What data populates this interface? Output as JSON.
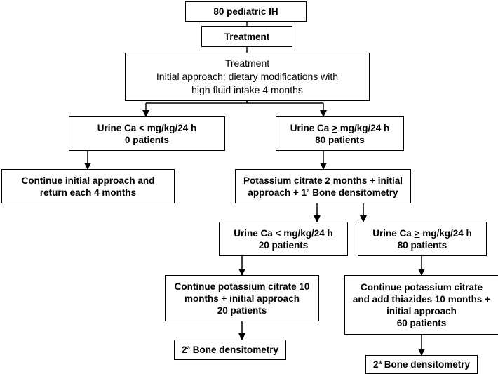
{
  "nodes": {
    "population": {
      "lines": [
        "80 pediatric IH"
      ]
    },
    "treatment_header": {
      "lines": [
        "Treatment"
      ]
    },
    "initial_approach": {
      "lines": [
        "Treatment",
        "Initial approach: dietary modifications with",
        "high fluid intake 4 months"
      ]
    },
    "left_low_ca": {
      "prefix": "Urine Ca ",
      "symbol": "<",
      "suffix": " mg/kg/24 h",
      "patients": "0 patients"
    },
    "right_high_ca": {
      "prefix": "Urine Ca ",
      "symbol": ">",
      "suffix": " mg/kg/24 h",
      "patients": "80 patients"
    },
    "continue_initial": {
      "lines": [
        "Continue initial approach and",
        "return each 4 months"
      ]
    },
    "potassium_citrate": {
      "line1": "Potassium citrate 2 months + initial",
      "line2_pre": "approach + 1",
      "line2_sup": "a",
      "line2_post": " Bone densitometry"
    },
    "mid_low_ca": {
      "prefix": "Urine Ca ",
      "symbol": "<",
      "suffix": " mg/kg/24 h",
      "patients": "20 patients"
    },
    "mid_high_ca": {
      "prefix": "Urine Ca ",
      "symbol": ">",
      "suffix": " mg/kg/24 h",
      "patients": "80 patients"
    },
    "continue_citrate": {
      "lines": [
        "Continue potassium citrate 10",
        "months + initial approach",
        "20 patients"
      ]
    },
    "add_thiazides": {
      "lines": [
        "Continue potassium citrate",
        "and add thiazides 10 months +",
        "initial approach",
        "60 patients"
      ]
    },
    "densitometry_left": {
      "pre": "2",
      "sup": "a",
      "post": " Bone densitometry"
    },
    "densitometry_right": {
      "pre": "2",
      "sup": "a",
      "post": " Bone densitometry"
    }
  },
  "style": {
    "line_color": "#000000",
    "box_border": "#000000",
    "background": "#ffffff"
  }
}
